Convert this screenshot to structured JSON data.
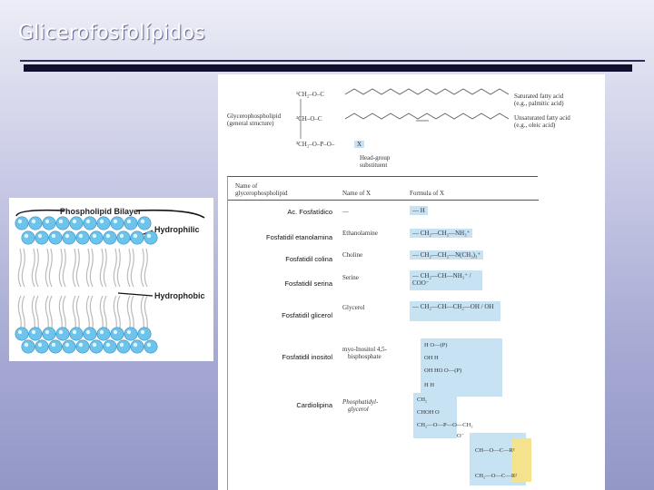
{
  "slide": {
    "title": "Glicerofosfolípidos"
  },
  "membrane_figure": {
    "title": "Phospholipid Bilayer",
    "label_hydrophilic": "Hydrophilic",
    "label_hydrophobic": "Hydrophobic"
  },
  "textbook_figure": {
    "structure": {
      "caption_line1": "Glycerophospholipid",
      "caption_line2": "(general structure)",
      "c1": "¹CH₂–O–C",
      "c2": "²CH–O–C",
      "c3": "³CH₂–O–P–O–",
      "x_label": "X",
      "saturated_line1": "Saturated fatty acid",
      "saturated_line2": "(e.g., palmitic acid)",
      "unsaturated_line1": "Unsaturated fatty acid",
      "unsaturated_line2": "(e.g., oleic acid)",
      "headgroup_line1": "Head-group",
      "headgroup_line2": "substituent"
    },
    "table": {
      "col_name_line1": "Name of",
      "col_name_line2": "glycerophospholipid",
      "col_x": "Name of X",
      "col_formula": "Formula of X",
      "rows": [
        {
          "spanish": "Ac. Fosfatídico",
          "x": "—",
          "formula": "— H"
        },
        {
          "spanish": "Fosfatidil etanolamina",
          "x": "Ethanolamine",
          "formula": "— CH₂—CH₂—NH₃⁺"
        },
        {
          "spanish": "Fosfatidil colina",
          "x": "Choline",
          "formula": "— CH₂—CH₂—N(CH₃)₃⁺"
        },
        {
          "spanish": "Fosfatidil serina",
          "x": "Serine",
          "formula": "— CH₂—CH—NH₃⁺ / COO⁻"
        },
        {
          "spanish": "Fosfatidil glicerol",
          "x": "Glycerol",
          "formula": "— CH₂—CH—CH₂—OH / OH"
        },
        {
          "spanish": "Fosfatidil inositol",
          "x": "myo-Inositol 4,5-",
          "x2": "bisphosphate",
          "formula": "inositol ring"
        },
        {
          "spanish": "Cardiolipina",
          "x": "Phosphatidyl-",
          "x2": "glycerol",
          "formula": "phosphatidyl glycerol"
        }
      ],
      "inositol": {
        "l1": "H    O—(P)",
        "l2": "OH  H",
        "l3": "OH HO    O—(P)",
        "l4": "H     H"
      },
      "cardiolipin": {
        "l1": "CH₂",
        "l2": "CHOH  O",
        "l3": "CH₂—O—P—O—CH₂",
        "l4": "O⁻",
        "l5": "CH—O—C—R¹",
        "l6": "CH₂—O—C—R²"
      }
    }
  },
  "colors": {
    "slide_bg_bottom": "#9397c6",
    "bar": "#0f1030",
    "formula_highlight": "#c6e2f3",
    "r_highlight": "#f5e28c",
    "bead": "#6cc3ec"
  }
}
